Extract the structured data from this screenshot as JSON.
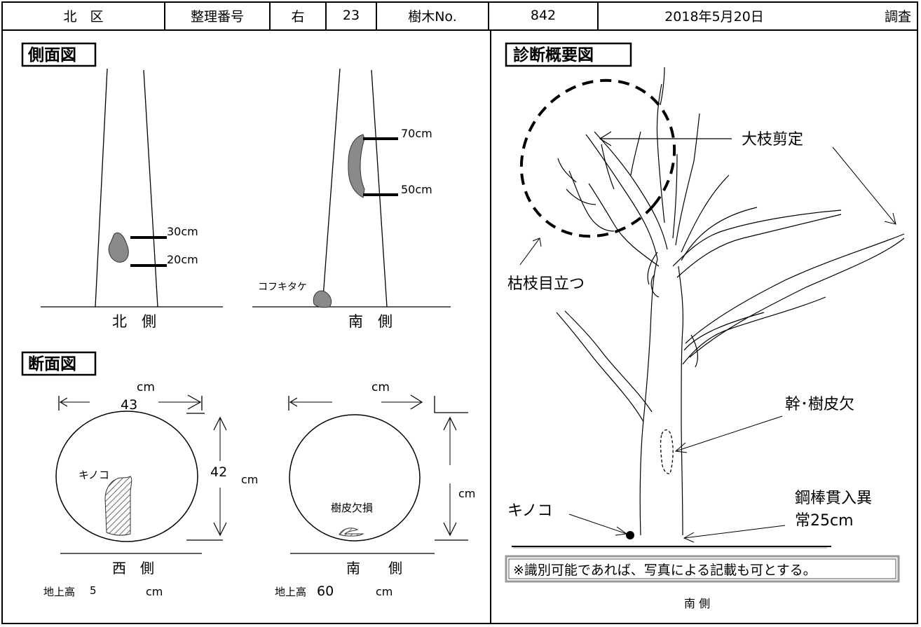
{
  "header": {
    "ward": "北　区",
    "ref_label": "整理番号",
    "side": "右",
    "ref_no": "23",
    "tree_label": "樹木No.",
    "tree_no": "842",
    "date": "2018年5月20日",
    "survey": "調査"
  },
  "side_view": {
    "title": "側面図",
    "north_label": "北　側",
    "south_label": "南　側",
    "north_marks": [
      "30cm",
      "20cm"
    ],
    "south_marks": [
      "70cm",
      "50cm"
    ],
    "fungus_note": "コフキタケ"
  },
  "cross_section": {
    "title": "断面図",
    "left": {
      "width_unit": "cm",
      "width_value": "43",
      "depth_value": "42",
      "depth_unit": "cm",
      "note": "キノコ",
      "side_label": "西　側",
      "height_label": "地上高",
      "height_value": "5",
      "height_unit": "cm"
    },
    "right": {
      "width_unit": "cm",
      "depth_unit": "cm",
      "note": "樹皮欠損",
      "side_label": "南　　側",
      "height_label": "地上高",
      "height_value": "60",
      "height_unit": "cm"
    }
  },
  "diagnosis": {
    "title": "診断概要図",
    "labels": {
      "pruning": "大枝剪定",
      "dead_branches": "枯枝目立つ",
      "bark_missing": "幹･樹皮欠",
      "fungus": "キノコ",
      "steel_rod": "鋼棒貫入異",
      "steel_rod_2": "常25cm"
    },
    "note": "※識別可能であれば、写真による記載も可とする。",
    "bottom_label": "南 側"
  }
}
